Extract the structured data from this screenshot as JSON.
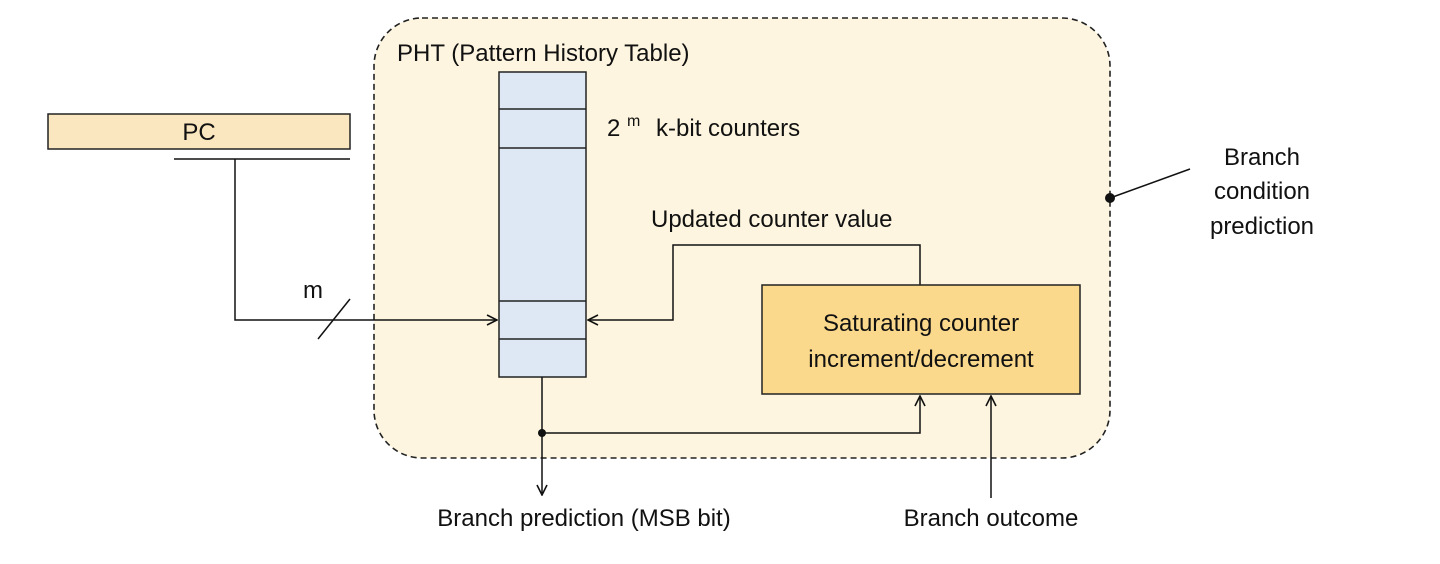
{
  "colors": {
    "pht_region_fill": "#fdf5df",
    "pc_fill": "#fbe7bf",
    "table_fill": "#dde8f4",
    "counter_box_fill": "#fad98c",
    "stroke": "#111111"
  },
  "labels": {
    "pht_title": "PHT (Pattern History Table)",
    "pc": "PC",
    "counters_base": "2",
    "counters_exponent": "m",
    "counters_text": "k-bit counters",
    "index_bits": "m",
    "updated_value": "Updated counter value",
    "counter_line1": "Saturating counter",
    "counter_line2": "increment/decrement",
    "branch_prediction": "Branch prediction (MSB bit)",
    "branch_outcome": "Branch outcome",
    "callout_line1": "Branch",
    "callout_line2": "condition",
    "callout_line3": "prediction"
  }
}
